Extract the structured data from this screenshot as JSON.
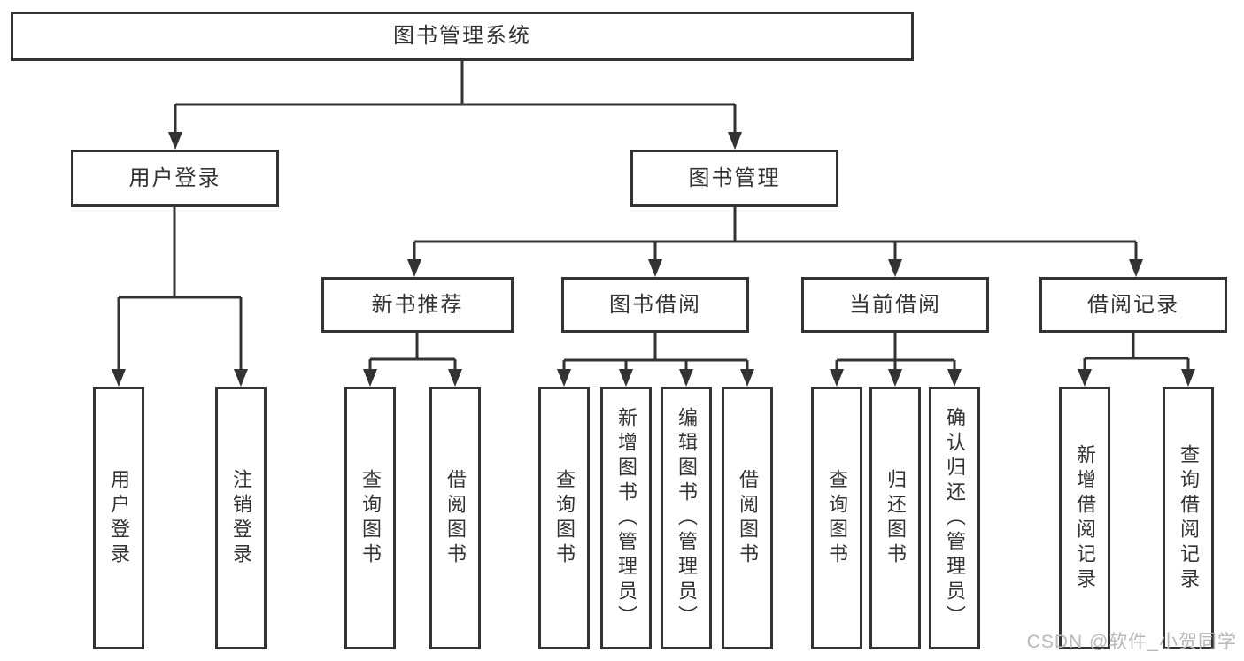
{
  "tree": {
    "root": {
      "label": "图书管理系统",
      "children": [
        {
          "label": "用户登录",
          "children": [
            {
              "label": "用户登录"
            },
            {
              "label": "注销登录"
            }
          ]
        },
        {
          "label": "图书管理",
          "children": [
            {
              "label": "新书推荐",
              "children": [
                {
                  "label": "查询图书"
                },
                {
                  "label": "借阅图书"
                }
              ]
            },
            {
              "label": "图书借阅",
              "children": [
                {
                  "label": "查询图书"
                },
                {
                  "label": "新增图书（管理员）"
                },
                {
                  "label": "编辑图书（管理员）"
                },
                {
                  "label": "借阅图书"
                }
              ]
            },
            {
              "label": "当前借阅",
              "children": [
                {
                  "label": "查询图书"
                },
                {
                  "label": "归还图书"
                },
                {
                  "label": "确认归还（管理员）"
                }
              ]
            },
            {
              "label": "借阅记录",
              "children": [
                {
                  "label": "新增借阅记录"
                },
                {
                  "label": "查询借阅记录"
                }
              ]
            }
          ]
        }
      ]
    }
  },
  "watermark": "CSDN @软件_小贺同学",
  "colors": {
    "box_border": "#333333",
    "box_text": "#333333",
    "connector": "#333333",
    "watermark": "#b8b8b8",
    "background": "#ffffff"
  }
}
